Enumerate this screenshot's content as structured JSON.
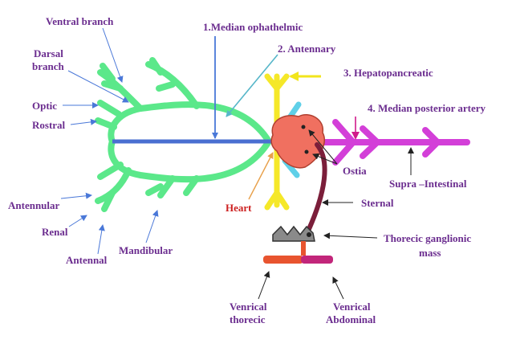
{
  "labels": {
    "ventral_branch": "Ventral branch",
    "darsal_branch_1": "Darsal",
    "darsal_branch_2": "branch",
    "optic": "Optic",
    "rostral": "Rostral",
    "antennular": "Antennular",
    "renal": "Renal",
    "antennal": "Antennal",
    "mandibular": "Mandibular",
    "median_ophthalmic": "1.Median ophathelmic",
    "antennary": "2. Antennary",
    "hepatopancreatic": "3. Hepatopancreatic",
    "median_posterior": "4. Median  posterior artery",
    "ostia": "Ostia",
    "heart": "Heart",
    "supra_intestinal": "Supra –Intestinal",
    "sternal": "Sternal",
    "thoracic_ganglionic_1": "Thorecic ganglionic",
    "thoracic_ganglionic_2": "mass",
    "ventral_thoracic_1": "Venrical",
    "ventral_thoracic_2": "thorecic",
    "ventral_abdominal_1": "Venrical",
    "ventral_abdominal_2": "Abdominal"
  },
  "colors": {
    "label_text": "#6b2d8f",
    "heart_label": "#cc1f1f",
    "cephalic_arteries": "#5be88a",
    "median_ophthalmic_artery": "#4a6fd1",
    "antennary_artery": "#f5e829",
    "hepatopancreatic_artery": "#5fd0e8",
    "heart": "#f07060",
    "posterior_artery": "#d33fd8",
    "sternal_artery": "#7b1e3a",
    "ganglionic_mass": "#8a8a8a",
    "ventral_thoracic": "#e8542f",
    "ventral_abdominal": "#c2267a",
    "pointer_blue": "#4a78d8",
    "pointer_teal": "#56b6c9",
    "pointer_yellow": "#f2e51c",
    "pointer_magenta": "#d01a8a",
    "pointer_orange": "#e8a04a"
  }
}
